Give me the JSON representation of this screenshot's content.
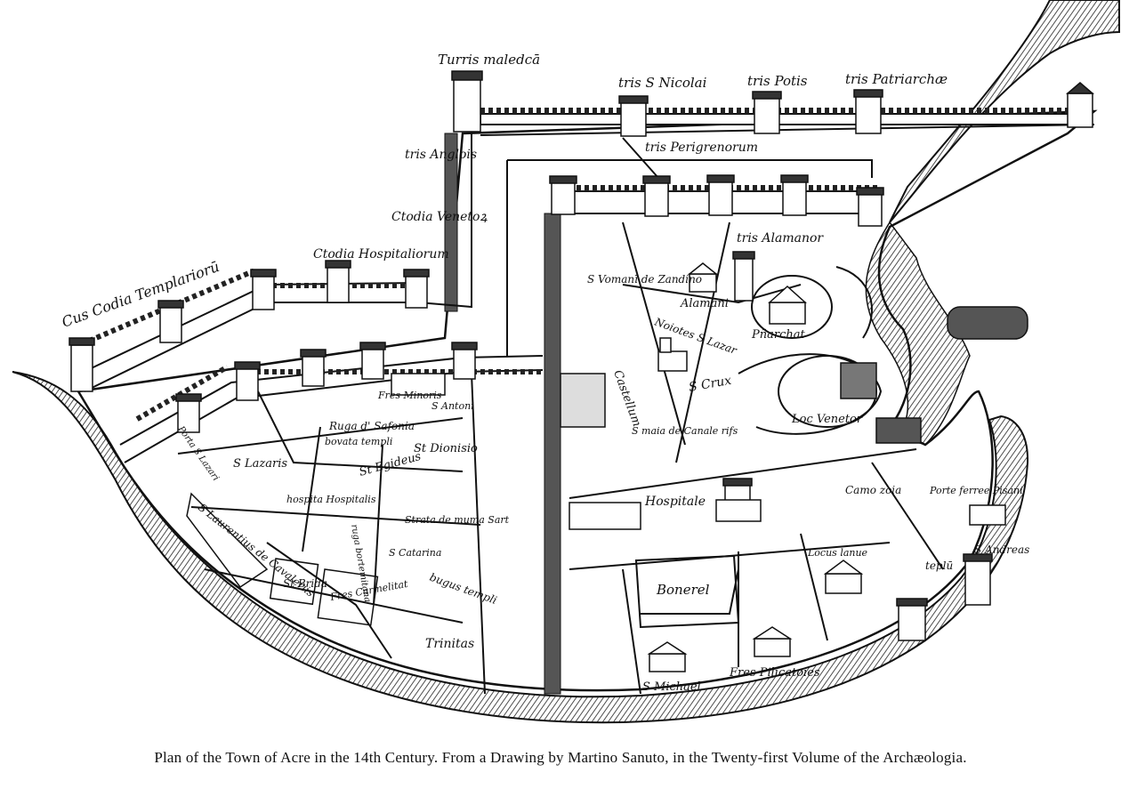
{
  "caption": "Plan of the Town of Acre in the 14th Century.   From a Drawing by Martino Sanuto, in the Twenty-first Volume of the Archæologia.",
  "labels": {
    "turris_maledicta": "Turris maledcā",
    "tris_s_nicolai": "tris S Nicolai",
    "tris_potis": "tris Potis",
    "tris_patriarchae": "tris Patriarchæ",
    "tris_anglois": "tris Anglois",
    "ctodia_venetorum": "Ctodia Venetoꝝ",
    "ctodia_hospitaliorum": "Ctodia Hospitaliorum",
    "custodia_templariorum": "Cus Codia Templariorū",
    "tris_peregrinorum": "tris Perigrenorum",
    "tris_alamanor": "tris Alamanor",
    "s_vomani_de_zandino": "S Vomanī de Zandino",
    "alamani": "Alamani",
    "noiotes_s_lazar": "Noiotes S Lazar",
    "patriarchat": "Pñarchat",
    "castellum": "Castellum",
    "s_crux": "S Crux",
    "s_maria_de_canale": "S maia de Canale rifs",
    "loc_venetor": "Loc Venetor",
    "fres_minoris": "Fres Minoris",
    "s_antoni": "S Antoni",
    "ruga_de_sasonia": "Ruga d' Safonia",
    "porta_s_lazari": "Porta S Lazari",
    "s_lazaris": "S Lazaris",
    "bovata_templi": "bovata templi",
    "st_dionisio": "St Dionisio",
    "st_egideus": "St Egideus",
    "hospita_hospitalis": "hospita Hospitalis",
    "ruga_bortemitana": "ruga bortemitana",
    "strata_de_muma_sart": "Strata de muma Sart",
    "s_laurentius_de_cavaleriis": "S Laurentius de Cavaleriis",
    "s_catarina": "S Catarina",
    "bugus_templi": "bugus templi",
    "st_brida": "St Brida",
    "fres_carmelitae": "Fres Carmelitat",
    "trinitas": "Trinitas",
    "hospitale": "Hospitale",
    "camo_zoia": "Camo zoia",
    "porte_ferree_pisani": "Porte ferree Pisani",
    "locus_lanue": "Locus lanue",
    "boneret": "Bonerel",
    "templu": "teplū",
    "s_andreas": "S Andreas",
    "s_michael": "S Michael",
    "fres_pilicatoies": "Fres Pilicatoies"
  }
}
